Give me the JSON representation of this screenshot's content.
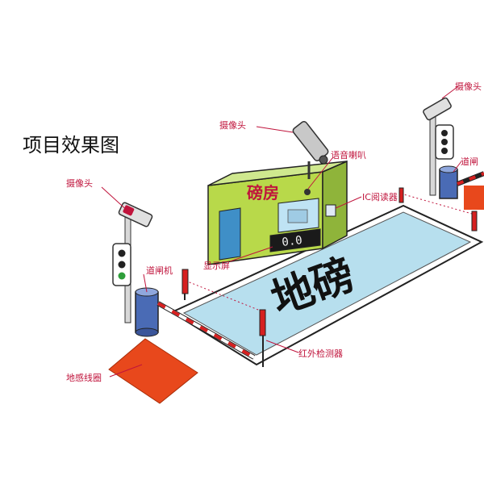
{
  "title": "项目效果图",
  "weighbridge_room": "磅房",
  "platform_text": "地磅",
  "display_value": "0.0",
  "labels": {
    "camera_left": "摄像头",
    "camera_room": "摄像头",
    "camera_right": "摄像头",
    "speaker": "语音喇叭",
    "ic_reader": "IC阅读器",
    "display_screen": "显示屏",
    "barrier_left": "道闸机",
    "barrier_right": "道闸",
    "infrared": "红外检测器",
    "ground_loop": "地感线圈"
  },
  "colors": {
    "label": "#c0143c",
    "leader": "#c0143c",
    "platform": "#b7dfee",
    "house_front": "#b8d94a",
    "house_side": "#8fb43a",
    "house_roof": "#cfe88e",
    "window": "#bfe3f4",
    "door": "#3f8fc7",
    "loop": "#e8481c",
    "barrier_red": "#d62020",
    "pole": "#d8d8d8",
    "gate_box": "#4a6bb5"
  }
}
